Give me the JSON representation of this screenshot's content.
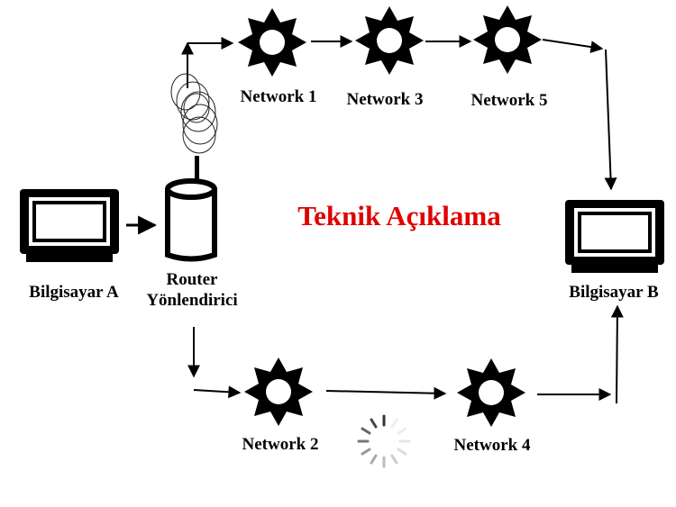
{
  "title": "Teknik Açıklama",
  "colors": {
    "title": "#e00000",
    "ink": "#000000",
    "spinner": "#9a9a9a"
  },
  "nodes": {
    "computer_a": {
      "label": "Bilgisayar A",
      "icon": "computer-monitor-icon"
    },
    "router": {
      "label_line1": "Router",
      "label_line2": "Yönlendirici",
      "icon": "router-cylinder-icon"
    },
    "computer_b": {
      "label": "Bilgisayar B",
      "icon": "computer-monitor-icon"
    },
    "network1": {
      "label": "Network 1",
      "icon": "network-star-icon"
    },
    "network3": {
      "label": "Network 3",
      "icon": "network-star-icon"
    },
    "network5": {
      "label": "Network 5",
      "icon": "network-star-icon"
    },
    "network2": {
      "label": "Network 2",
      "icon": "network-star-icon"
    },
    "network4": {
      "label": "Network 4",
      "icon": "network-star-icon"
    }
  },
  "decorations": {
    "wireless": "wireless-signal-icon",
    "loading": "loading-spinner-icon"
  }
}
